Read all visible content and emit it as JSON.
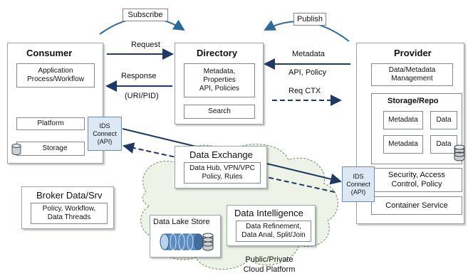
{
  "top": {
    "subscribe": "Subscribe",
    "publish": "Publish"
  },
  "consumer": {
    "title": "Consumer",
    "app": "Application\nProcess/Workflow",
    "platform": "Platform",
    "storage": "Storage"
  },
  "directory": {
    "title": "Directory",
    "meta": "Metadata,\nProperties\nAPI, Policies",
    "search": "Search"
  },
  "provider": {
    "title": "Provider",
    "data_meta": "Data/Metadata\nManagement",
    "storage_title": "Storage/Repo",
    "metadata": "Metadata",
    "data": "Data",
    "security": "Security, Access\nControl, Policy",
    "container": "Container Service"
  },
  "arrows": {
    "request": "Request",
    "response": "Response",
    "uri": "(URI/PID)",
    "metadata": "Metadata",
    "api_policy": "API, Policy",
    "req_ctx": "Req CTX"
  },
  "ids_left": "IDS\nConnect\n(API)",
  "ids_right": "IDS\nConnect\n(API)",
  "exchange": {
    "title": "Data Exchange",
    "body": "Data Hub, VPN/VPC\nPolicy, Rules"
  },
  "broker": {
    "title": "Broker Data/Srv",
    "body": "Policy, Workflow,\nData Threads"
  },
  "lake": {
    "title": "Data Lake Store"
  },
  "intel": {
    "title": "Data Intelligence",
    "body": "Data Refinement,\nData Anal, Split/Join"
  },
  "cloud": {
    "label": "Public/Private\nCloud Platform"
  }
}
